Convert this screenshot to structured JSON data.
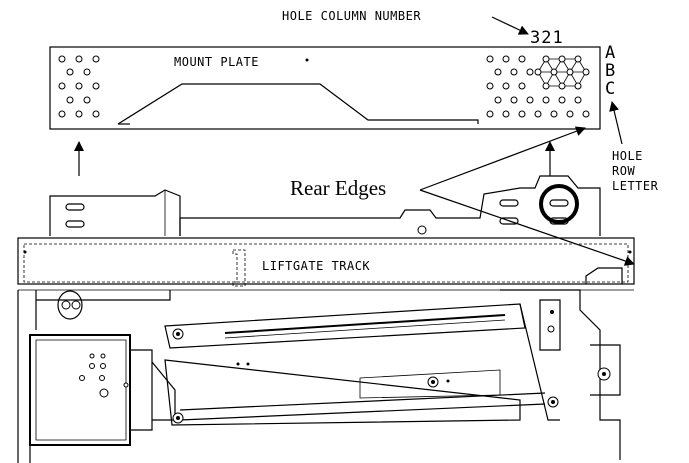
{
  "labels": {
    "hole_column_number": "HOLE COLUMN NUMBER",
    "column_digits": "321",
    "row_letter_a": "A",
    "row_letter_b": "B",
    "row_letter_c": "C",
    "hole_row_letter_line1": "HOLE",
    "hole_row_letter_line2": "ROW",
    "hole_row_letter_line3": "LETTER",
    "mount_plate": "MOUNT PLATE",
    "liftgate_track": "LIFTGATE TRACK",
    "rear_edges": "Rear Edges"
  }
}
